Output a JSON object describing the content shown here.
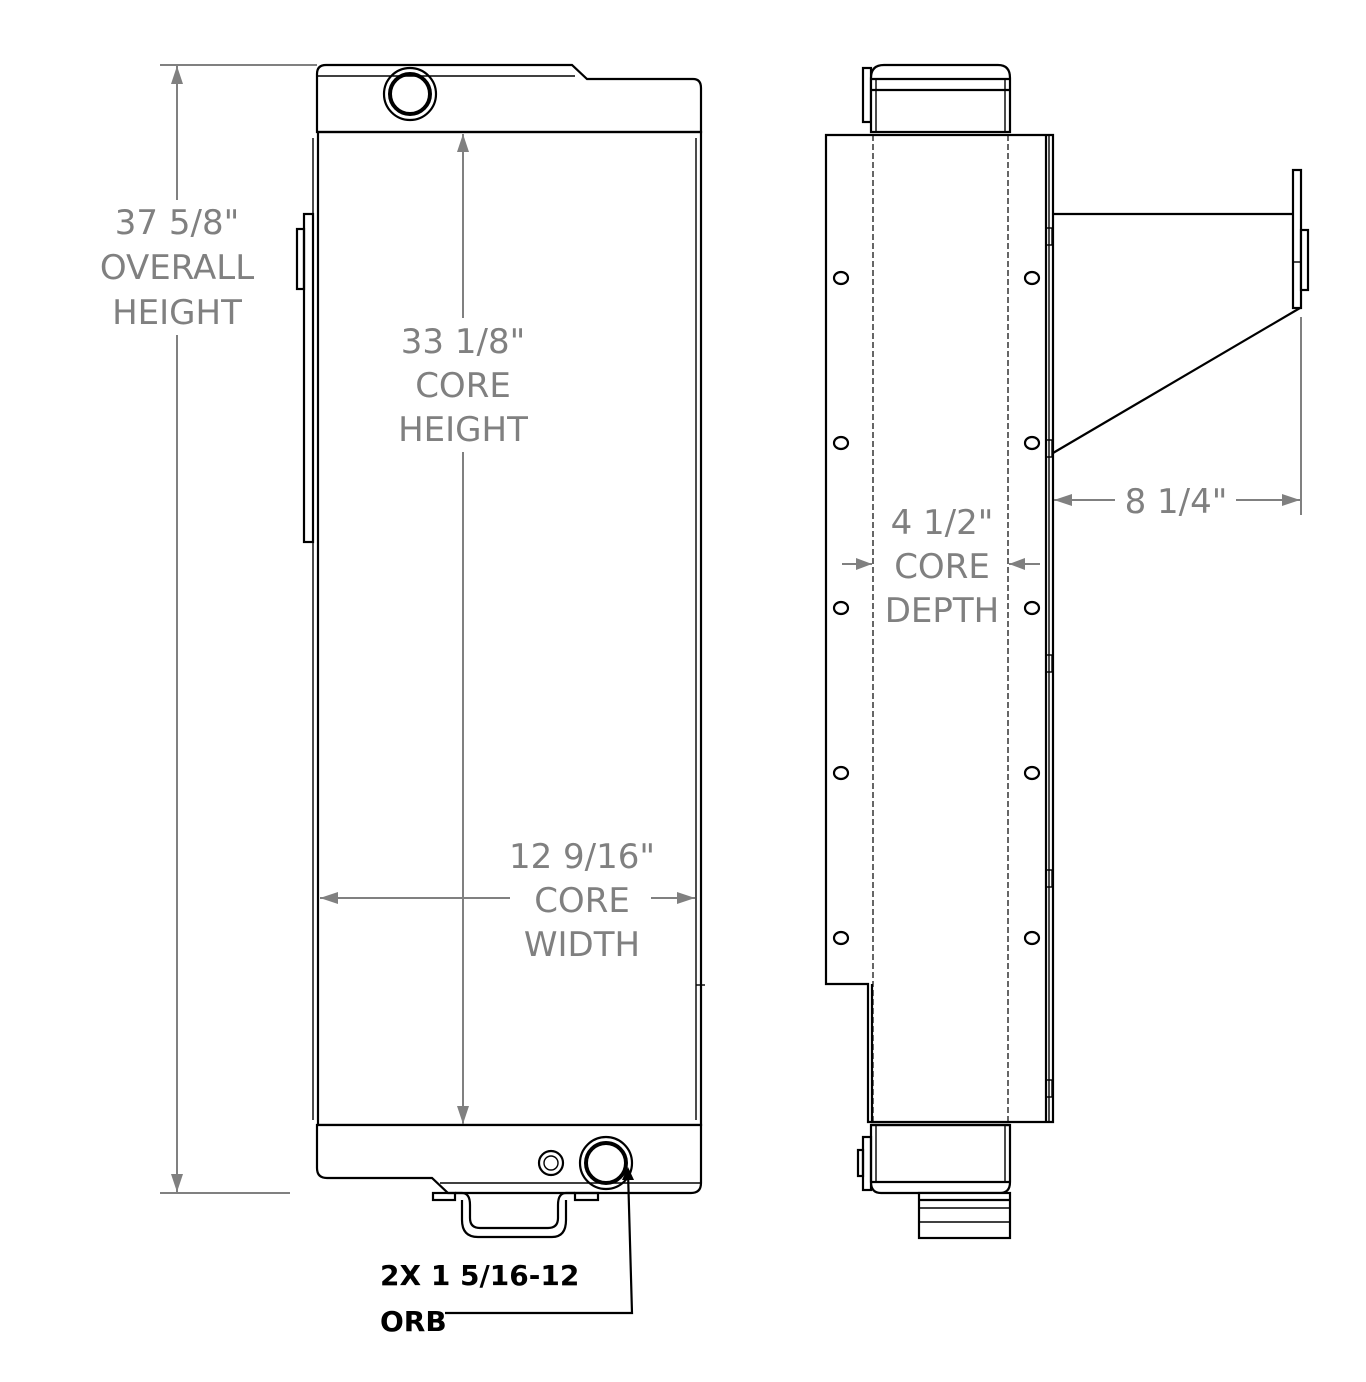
{
  "drawing": {
    "subject": "Radiator",
    "views": [
      "front-view",
      "side-view"
    ],
    "colors": {
      "outline": "#000000",
      "dimension": "#808080",
      "background": "#ffffff"
    }
  },
  "dimensions": {
    "overall_height": {
      "value": "37 5/8\"",
      "line1": "OVERALL",
      "line2": "HEIGHT"
    },
    "core_height": {
      "value": "33 1/8\"",
      "line1": "CORE",
      "line2": "HEIGHT"
    },
    "core_width": {
      "value": "12 9/16\"",
      "line1": "CORE",
      "line2": "WIDTH"
    },
    "core_depth": {
      "value": "4 1/2\"",
      "line1": "CORE",
      "line2": "DEPTH"
    },
    "bracket_offset": {
      "value": "8 1/4\""
    }
  },
  "callout": {
    "line1": "2X 1 5/16-12",
    "line2": "ORB"
  }
}
